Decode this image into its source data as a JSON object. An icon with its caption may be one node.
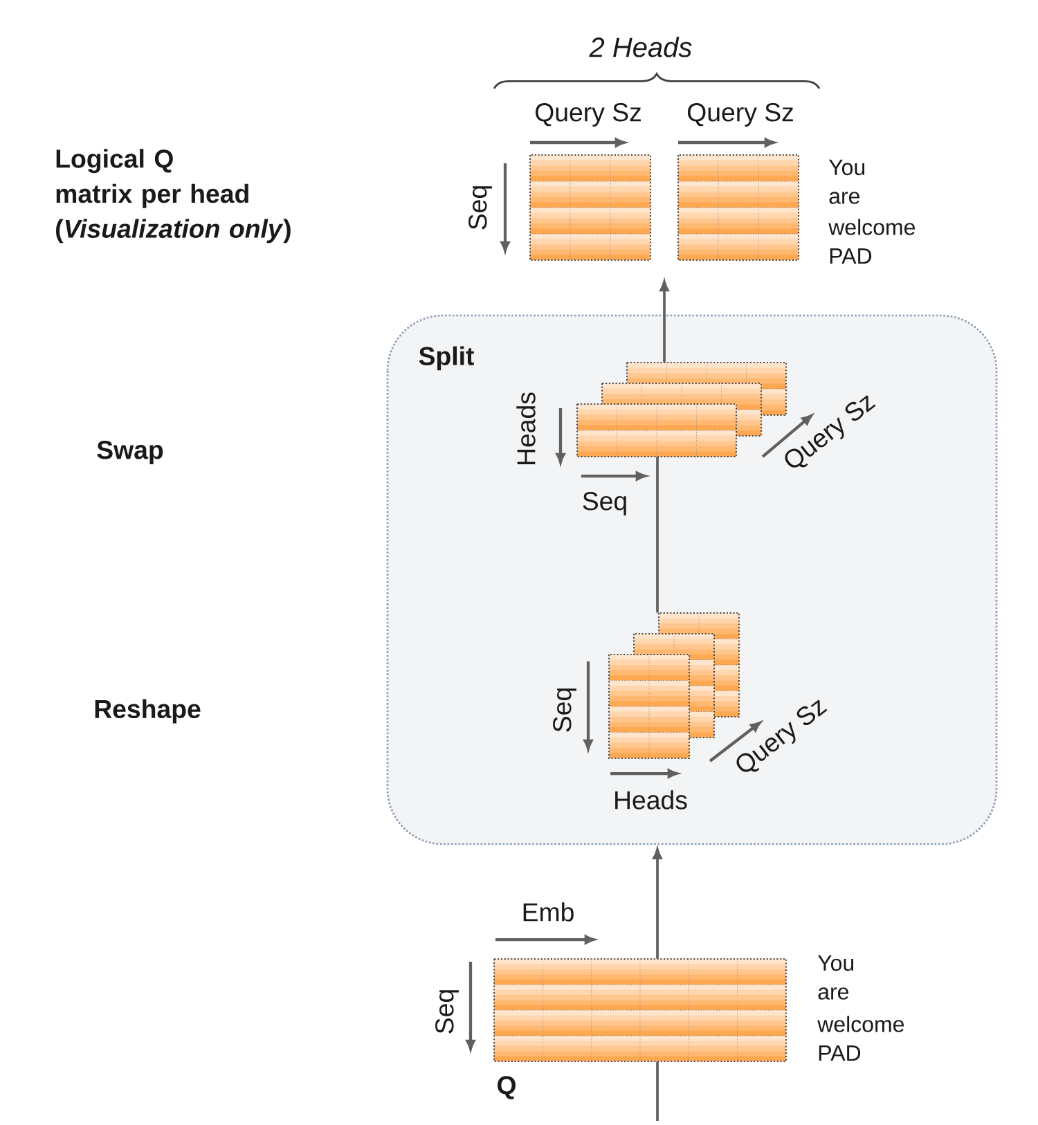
{
  "diagram": {
    "nodes": [
      {
        "text": [
          "Split"
        ]
      },
      {
        "text": [],
        "shape": "box",
        "in": 0,
        "beside": [
          "Heads",
          "Seq",
          "Query Sz"
        ]
      },
      {
        "text": [],
        "shape": "box",
        "in": 0,
        "beside": [
          "Seq",
          "Heads",
          "Query Sz"
        ]
      },
      {
        "text": [],
        "shape": "box",
        "beside": [
          "Emb",
          "Seq",
          "You",
          "are",
          "welcome",
          "PAD",
          "Q"
        ]
      },
      {
        "text": [],
        "shape": "box",
        "beside": [
          "Query Sz",
          "Seq"
        ]
      },
      {
        "text": [],
        "shape": "box",
        "beside": [
          "Query Sz",
          "You",
          "are",
          "welcome",
          "PAD"
        ]
      }
    ],
    "edges": [
      {
        "from": null,
        "to": 3,
        "arrow": "none"
      },
      {
        "from": 3,
        "to": 0,
        "arrow": "to"
      },
      {
        "from": 2,
        "to": 1,
        "arrow": "none"
      },
      {
        "from": 1,
        "to": null,
        "arrow": "to"
      }
    ],
    "labels": [
      "2 Heads",
      "Logical Q matrix per head (*Visualization only*)",
      "Swap",
      "Reshape"
    ]
  }
}
